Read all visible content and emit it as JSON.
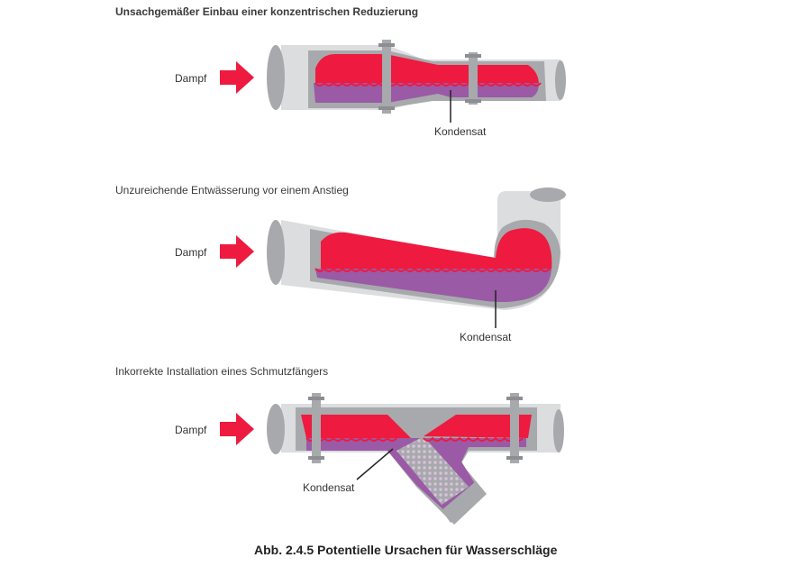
{
  "colors": {
    "steam": "#ee1a3f",
    "condensate": "#9a5aa5",
    "pipe_wall": "#a7a9ac",
    "pipe_outer": "#dcdddf",
    "pipe_end": "#a7a9ac",
    "strainer_mesh": "#b98bc0",
    "arrow": "#ee1a3f",
    "text": "#333333"
  },
  "icons": {
    "flow_arrow": "right-arrow-icon"
  },
  "sections": [
    {
      "title": "Unsachgemäßer Einbau einer konzentrischen Reduzierung",
      "flow_label": "Dampf",
      "callout": "Kondensat"
    },
    {
      "title": "Unzureichende Entwässerung vor einem Anstieg",
      "flow_label": "Dampf",
      "callout": "Kondensat"
    },
    {
      "title": "Inkorrekte Installation eines Schmutzfängers",
      "flow_label": "Dampf",
      "callout": "Kondensat"
    }
  ],
  "caption": "Abb. 2.4.5 Potentielle Ursachen für Wasserschläge"
}
